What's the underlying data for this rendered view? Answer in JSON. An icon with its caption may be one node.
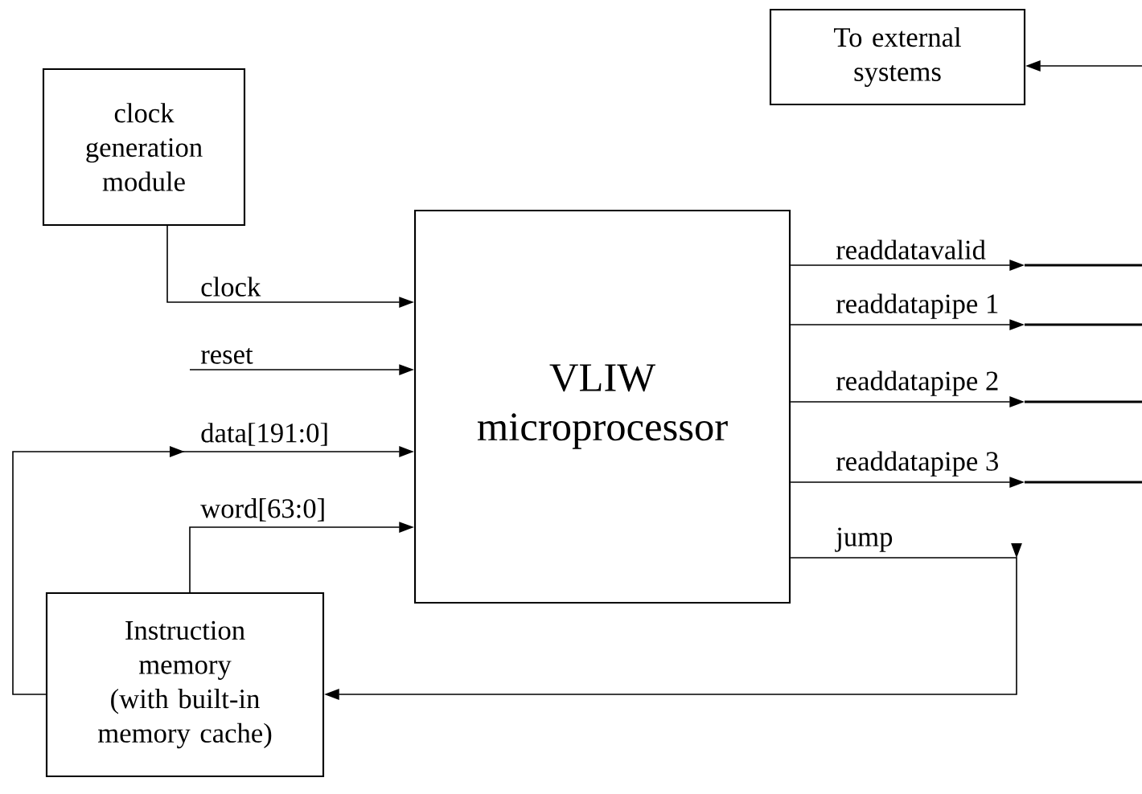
{
  "diagram": {
    "nodes": [
      {
        "text": [
          "To external systems"
        ]
      },
      {
        "text": [
          "clock generation module"
        ]
      },
      {
        "text": [
          "VLIW microprocessor"
        ]
      },
      {
        "text": [
          "Instruction memory (with built-in memory cache)"
        ]
      }
    ],
    "edges": [
      {
        "from": null,
        "to": 0,
        "arrow": "to"
      },
      {
        "from": 1,
        "to": 2,
        "arrow": "to",
        "label": "clock"
      },
      {
        "from": null,
        "to": 2,
        "arrow": "to",
        "label": "reset"
      },
      {
        "from": 3,
        "to": 2,
        "arrow": "to",
        "label": "data[191:0]"
      },
      {
        "from": 3,
        "to": 2,
        "arrow": "to",
        "label": "word[63:0]"
      },
      {
        "from": 2,
        "to": null,
        "arrow": "to",
        "label": "readdatavalid"
      },
      {
        "from": 2,
        "to": null,
        "arrow": "to",
        "label": "readdatapipe 1"
      },
      {
        "from": 2,
        "to": null,
        "arrow": "to",
        "label": "readdatapipe 2"
      },
      {
        "from": 2,
        "to": null,
        "arrow": "to",
        "label": "readdatapipe 3"
      },
      {
        "from": 2,
        "to": 3,
        "arrow": "to",
        "label": "jump"
      }
    ]
  }
}
